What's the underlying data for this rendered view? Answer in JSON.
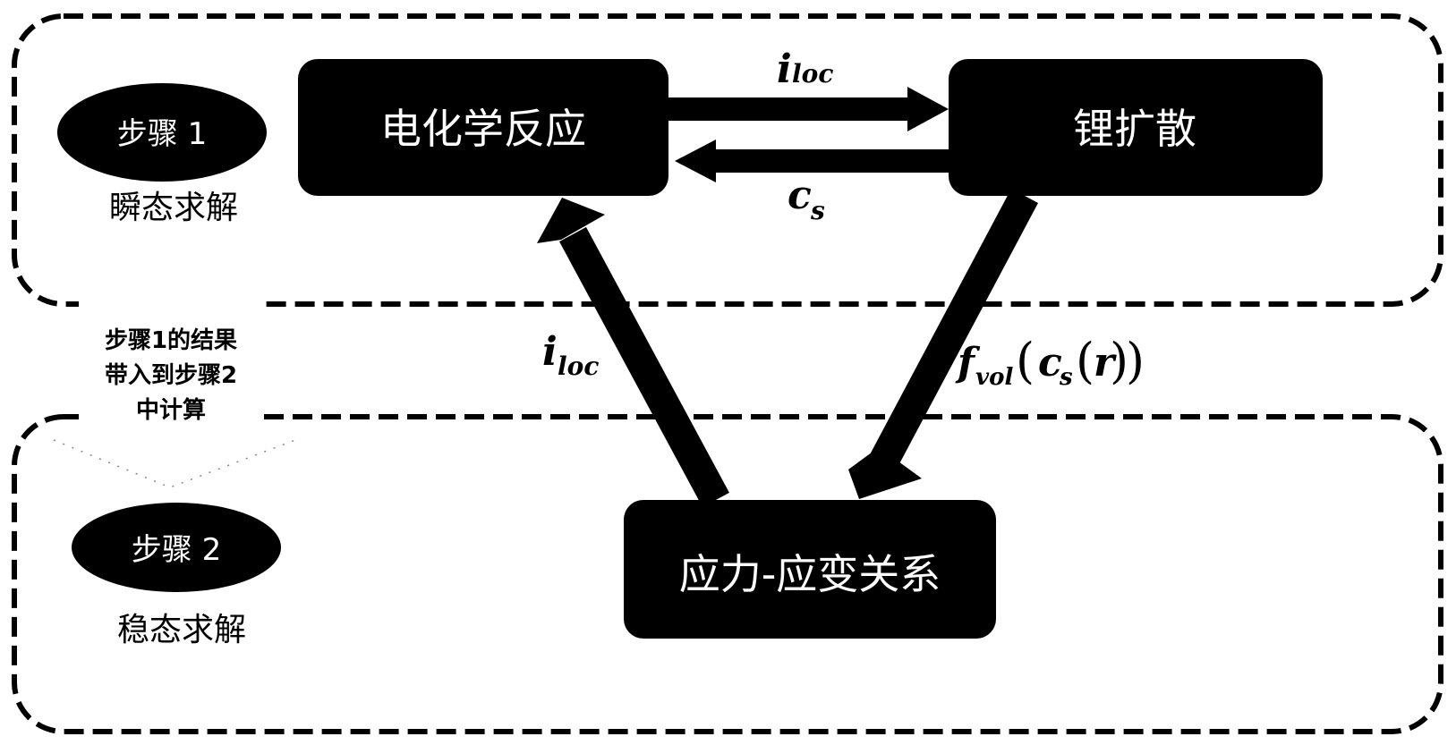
{
  "colors": {
    "foreground": "#000000",
    "background": "#ffffff",
    "node_text": "#ffffff"
  },
  "regions": [
    {
      "id": "step1-region",
      "badge": "步骤 1",
      "caption": "瞬态求解"
    },
    {
      "id": "step2-region",
      "badge": "步骤 2",
      "caption": "稳态求解"
    }
  ],
  "transfer_note": {
    "lines": [
      "步骤1的结果",
      "带入到步骤2",
      "中计算"
    ]
  },
  "nodes": {
    "electrochemical": "电化学反应",
    "lithium_diffusion": "锂扩散",
    "stress_strain": "应力-应变关系"
  },
  "edges": {
    "top_forward": {
      "main": "i",
      "sub": "loc"
    },
    "top_back": {
      "main": "c",
      "sub": "s"
    },
    "left_up": {
      "main": "i",
      "sub": "loc"
    },
    "right_down": {
      "main": "f",
      "sub": "vol",
      "inner_main": "c",
      "inner_sub": "s",
      "arg": "r"
    }
  }
}
